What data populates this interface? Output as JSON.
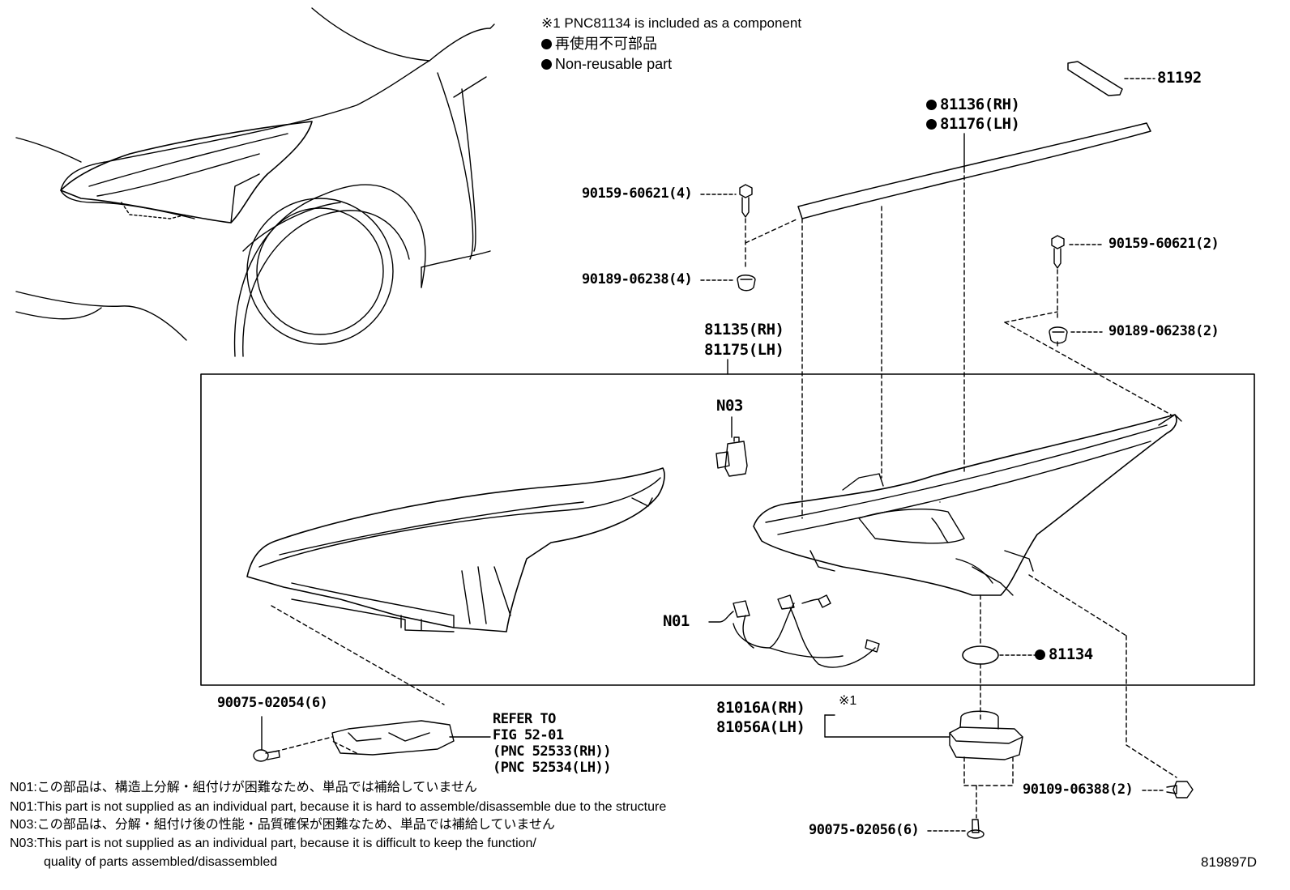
{
  "header": {
    "component_note": "※1 PNC81134 is included as a component",
    "legend_jp": "再使用不可部品",
    "legend_en": "Non-reusable part"
  },
  "parts": {
    "p81192": "81192",
    "p81136": "81136(RH)",
    "p81176": "81176(LH)",
    "p90159_4": "90159-60621(4)",
    "p90189_4": "90189-06238(4)",
    "p90159_2": "90159-60621(2)",
    "p90189_2": "90189-06238(2)",
    "p81135": "81135(RH)",
    "p81175": "81175(LH)",
    "n03": "N03",
    "n01": "N01",
    "p81134": "81134",
    "p90075_02054": "90075-02054(6)",
    "refer_1": "REFER TO",
    "refer_2": "FIG 52-01",
    "refer_3": "(PNC 52533(RH))",
    "refer_4": "(PNC 52534(LH))",
    "p81016a": "81016A(RH)",
    "p81056a": "81056A(LH)",
    "ref_mark": "※1",
    "p90109": "90109-06388(2)",
    "p90075_02056": "90075-02056(6)"
  },
  "non_reusable_marks": [
    "81136(RH)",
    "81176(LH)",
    "81134"
  ],
  "footnotes": [
    "N01:この部品は、構造上分解・組付けが困難なため、単品では補給していません",
    "N01:This part is not supplied as an individual part, because it is hard to assemble/disassemble due to the structure",
    "N03:この部品は、分解・組付け後の性能・品質確保が困難なため、単品では補給していません",
    "N03:This part is not supplied as an individual part, because it is difficult to keep the function/",
    "quality of parts assembled/disassembled"
  ],
  "figure_id": "819897D"
}
